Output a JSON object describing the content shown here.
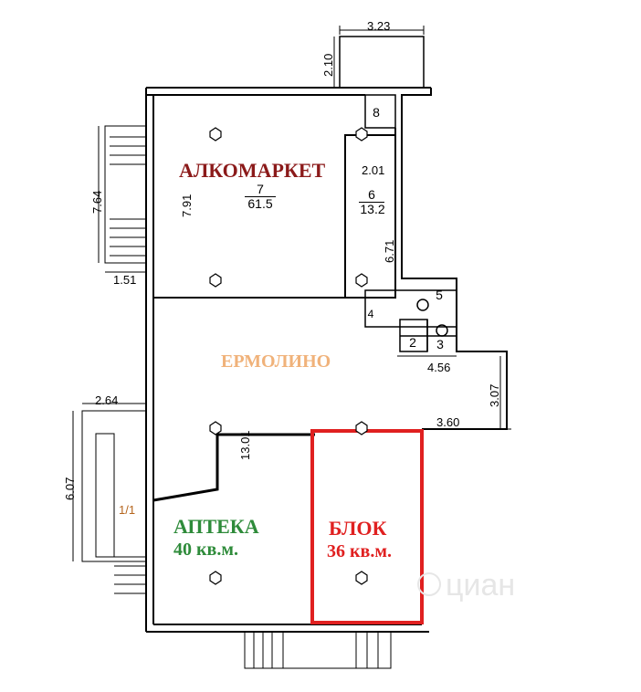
{
  "dimensions": {
    "top_width": "3.23",
    "top_height": "2.10",
    "left_stair_height": "7.64",
    "room7_height": "7.91",
    "left_stair_width": "1.51",
    "room6_width": "2.01",
    "room6_height": "6.71",
    "wc_width": "4.56",
    "right_height": "3.07",
    "right_width": "3.60",
    "diag": "13.01",
    "lower_left_width": "2.64",
    "lower_left_height": "6.07",
    "entrance_mark": "1/1"
  },
  "rooms": {
    "alko_name": "АЛКОМАРКЕТ",
    "alko_num": "7",
    "alko_area": "61.5",
    "r6_num": "6",
    "r6_area": "13.2",
    "r8_num": "8",
    "r5_num": "5",
    "r4_num": "4",
    "r2_num": "2",
    "r3_num": "3",
    "ermolino": "ЕРМОЛИНО",
    "apteka": "АПТЕКА",
    "apteka_area": "40 кв.м.",
    "blok": "БЛОК",
    "blok_area": "36 кв.м."
  },
  "watermark": "циан",
  "colors": {
    "alko": "#8b1a1a",
    "ermolino": "#f0b27a",
    "apteka": "#2e8b3a",
    "blok": "#e02020",
    "wall": "#000000"
  }
}
